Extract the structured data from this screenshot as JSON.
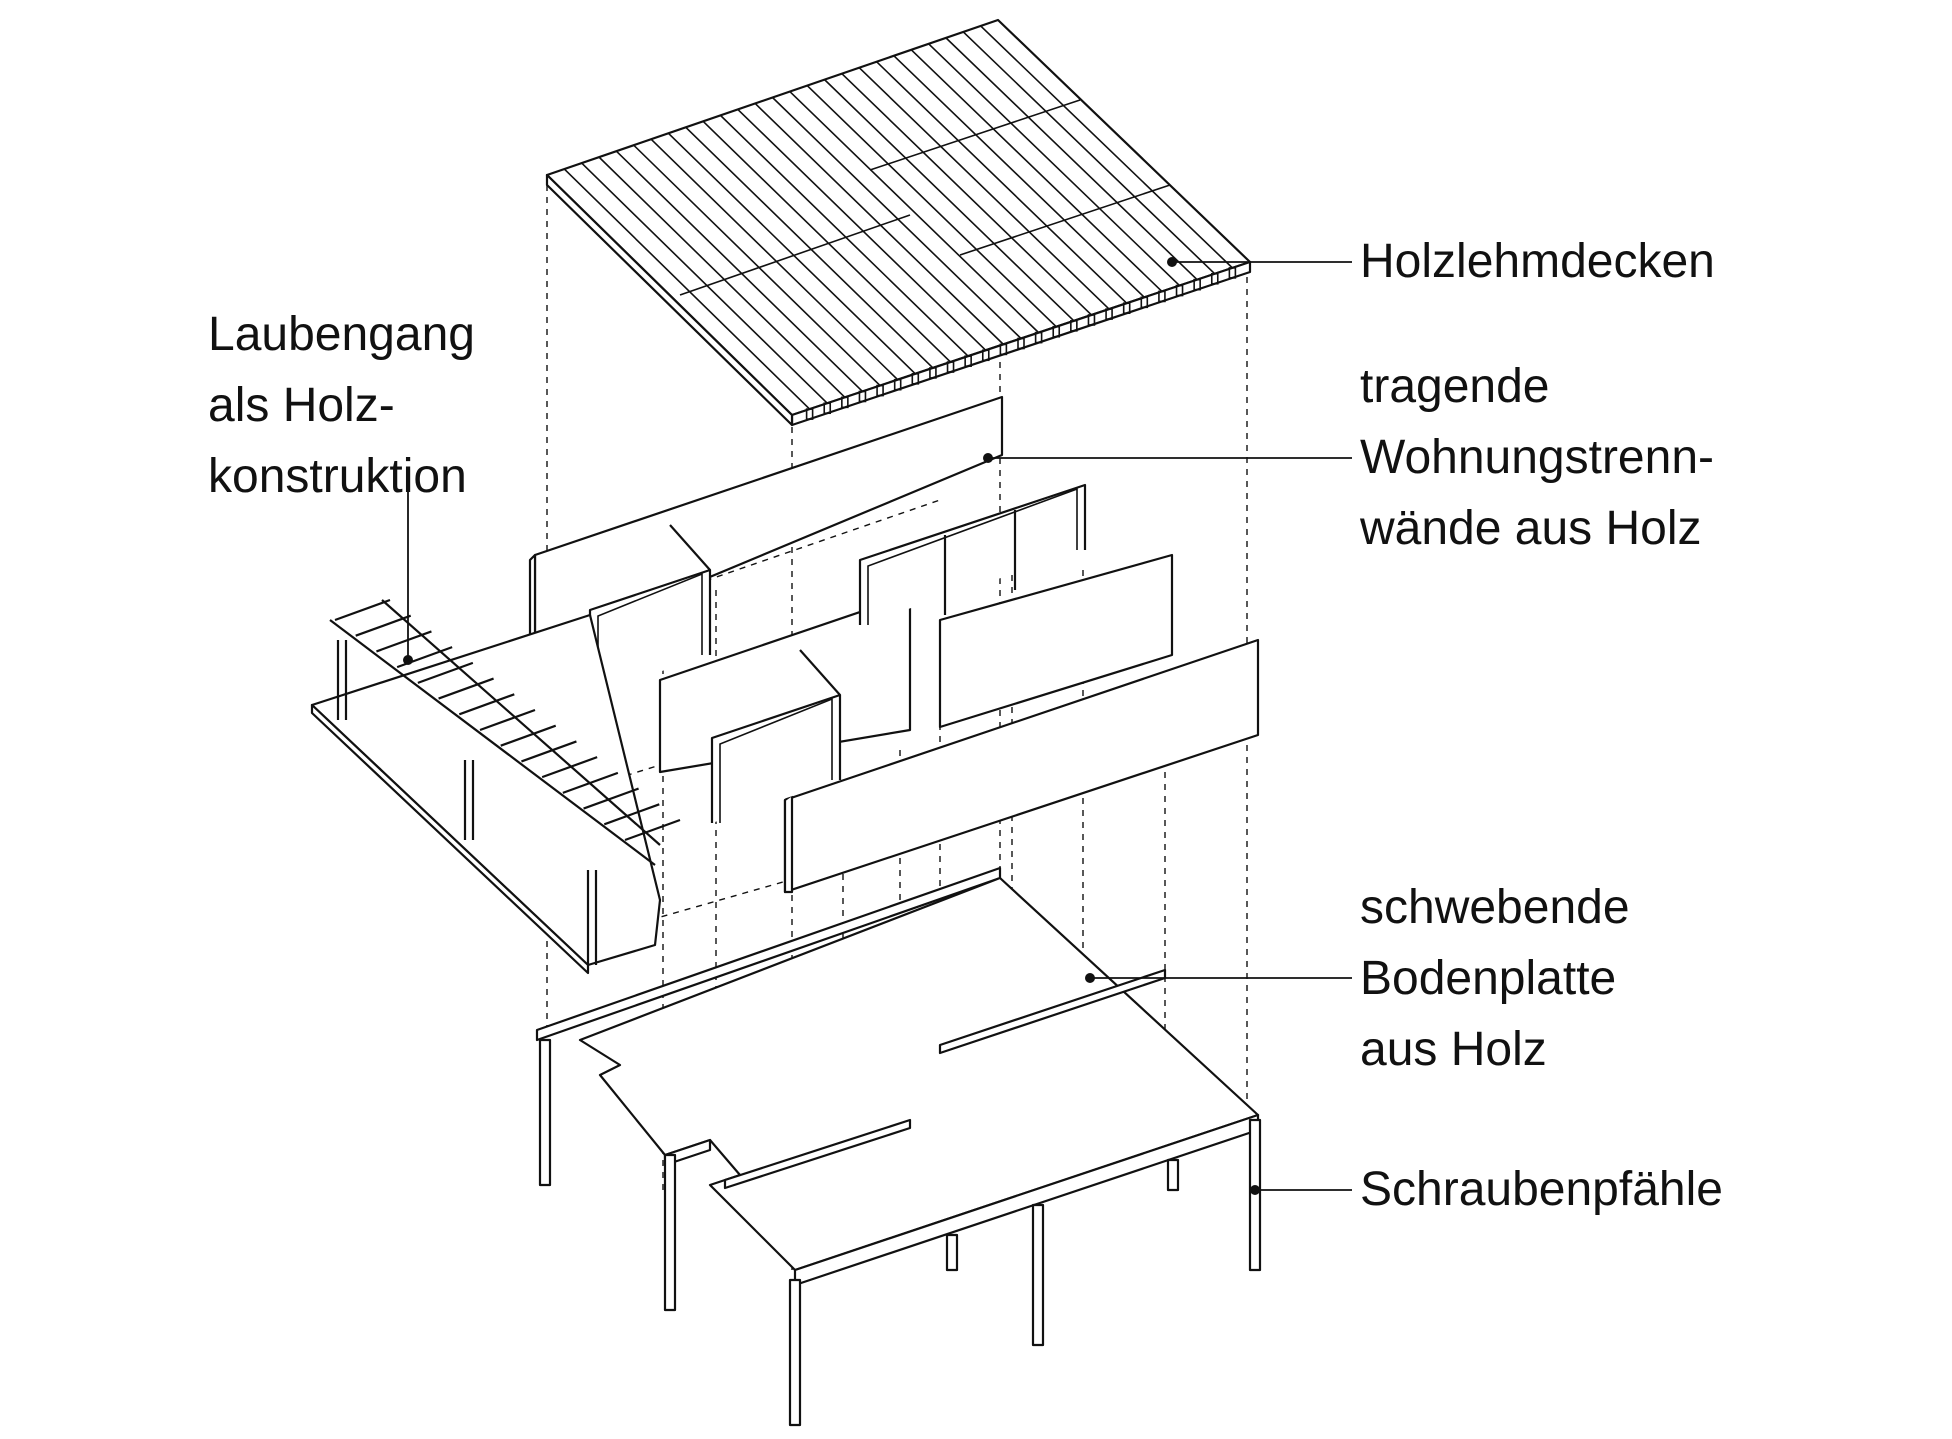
{
  "labels": {
    "holzlehmdecken": [
      "Holzlehmdecken"
    ],
    "wohnungstrennwaende": [
      "tragende",
      "Wohnungstrenn-",
      "wände aus Holz"
    ],
    "laubengang": [
      "Laubengang",
      "als Holz-",
      "konstruktion"
    ],
    "bodenplatte": [
      "schwebende",
      "Bodenplatte",
      "aus Holz"
    ],
    "schraubenpfaehle": [
      "Schraubenpfähle"
    ]
  },
  "colors": {
    "line": "#111111",
    "background": "#ffffff"
  }
}
